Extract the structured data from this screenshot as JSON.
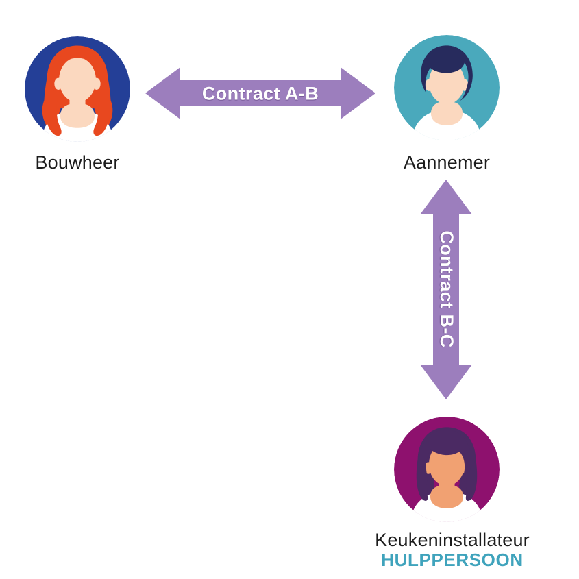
{
  "diagram": {
    "background_color": "#FFFFFF",
    "label_color": "#1C1C1C",
    "arrow_color": "#9C7EBD",
    "arrow_text_color": "#FFFFFF",
    "actors": [
      {
        "label": "Bouwheer",
        "avatar": "woman-red-hair",
        "circle_color": "#243F97",
        "hair_color": "#E8481F",
        "skin_color": "#FBD8BF",
        "shirt_color": "#FFFFFF",
        "shadow_color": "#F2BFA0"
      },
      {
        "label": "Aannemer",
        "avatar": "man-dark-hair",
        "circle_color": "#4AA9BC",
        "hair_color": "#272B5D",
        "skin_color": "#FBD8BF",
        "shirt_color": "#FFFFFF",
        "shadow_color": "#F2BFA0",
        "collar_color": "#F08C8C"
      },
      {
        "label": "Keukeninstallateur",
        "sublabel": "HULPPERSOON",
        "sublabel_color": "#3FA3BC",
        "avatar": "woman-bob-hair",
        "circle_color": "#8E116E",
        "hair_color": "#4B2A63",
        "skin_color": "#F1A172",
        "shirt_color": "#FFFFFF",
        "shadow_color": "#E28B55"
      }
    ],
    "connections": [
      {
        "label": "Contract A-B",
        "orientation": "horizontal",
        "from": "Bouwheer",
        "to": "Aannemer"
      },
      {
        "label": "Contract B-C",
        "orientation": "vertical",
        "from": "Aannemer",
        "to": "Keukeninstallateur"
      }
    ]
  }
}
